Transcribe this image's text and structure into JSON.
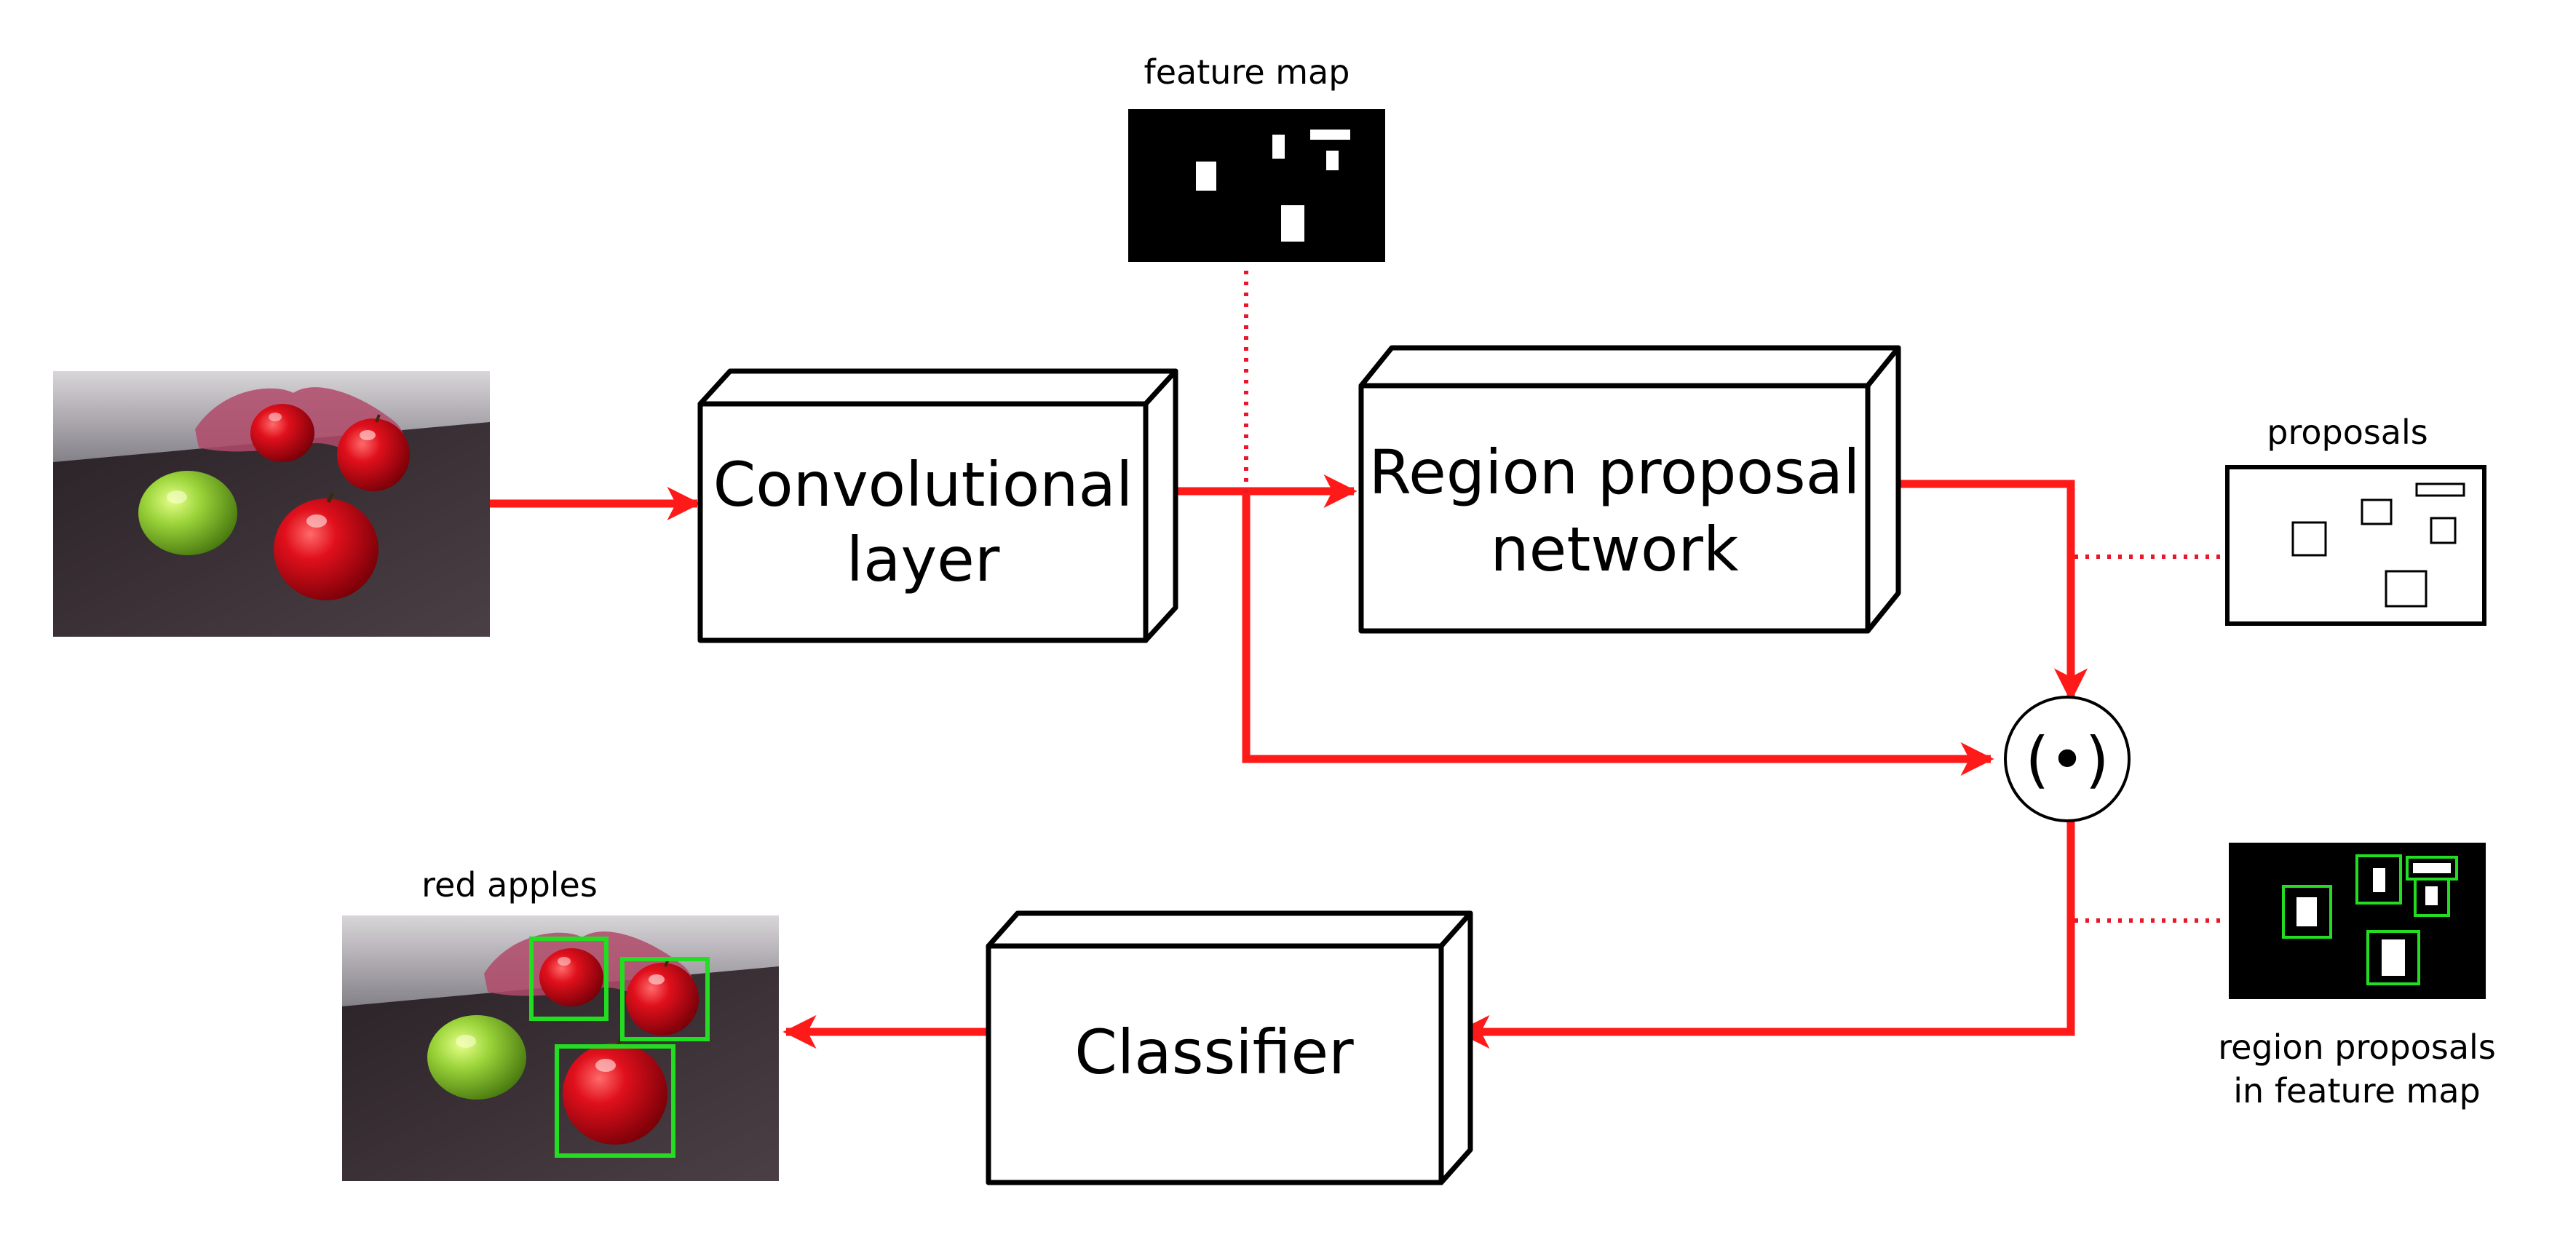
{
  "diagram": {
    "feature_map_label": "feature map",
    "conv_layer": {
      "line1": "Convolutional",
      "line2": "layer"
    },
    "rpn": {
      "line1": "Region proposal",
      "line2": "network"
    },
    "classifier": {
      "line1": "Classifier"
    },
    "proposals_label": "proposals",
    "combine_symbol": "(•)",
    "region_label": {
      "line1": "region proposals",
      "line2": "in feature map"
    },
    "output_label": "red apples",
    "colors": {
      "arrow": "#ff1a1a",
      "box_stroke": "#000000",
      "detection_box": "#22dd22",
      "feature_map_bg": "#000000"
    }
  }
}
